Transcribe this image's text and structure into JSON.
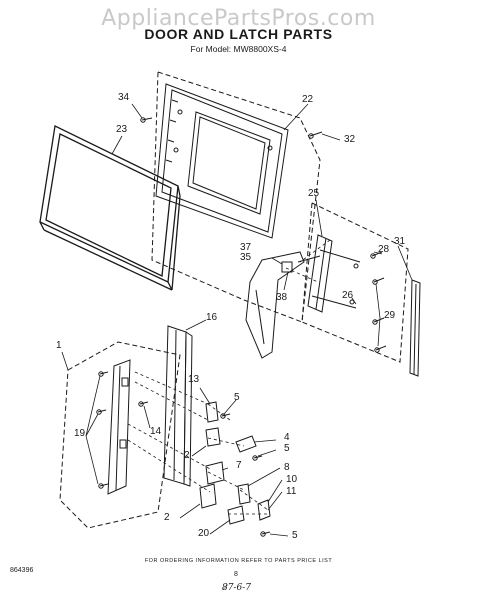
{
  "watermark": "AppliancePartsPros.com",
  "title": "DOOR AND LATCH PARTS",
  "subtitle": "For Model: MW8800XS-4",
  "footnote": "FOR ORDERING INFORMATION REFER TO PARTS PRICE LIST",
  "doc_number": "864396",
  "page_number": "8",
  "handwritten_note": "8̷7-6-7",
  "callouts": {
    "c34": "34",
    "c23": "23",
    "c22": "22",
    "c32": "32",
    "c25": "25",
    "c28": "28",
    "c31": "31",
    "c37": "37",
    "c35": "35",
    "c38": "38",
    "c26": "26",
    "c29": "29",
    "c16": "16",
    "c1": "1",
    "c13": "13",
    "c5a": "5",
    "c19": "19",
    "c14": "14",
    "c4": "4",
    "c5b": "5",
    "c2a": "2",
    "c7": "7",
    "c8": "8",
    "c10": "10",
    "c11": "11",
    "c2b": "2",
    "c20": "20",
    "c5c": "5"
  }
}
